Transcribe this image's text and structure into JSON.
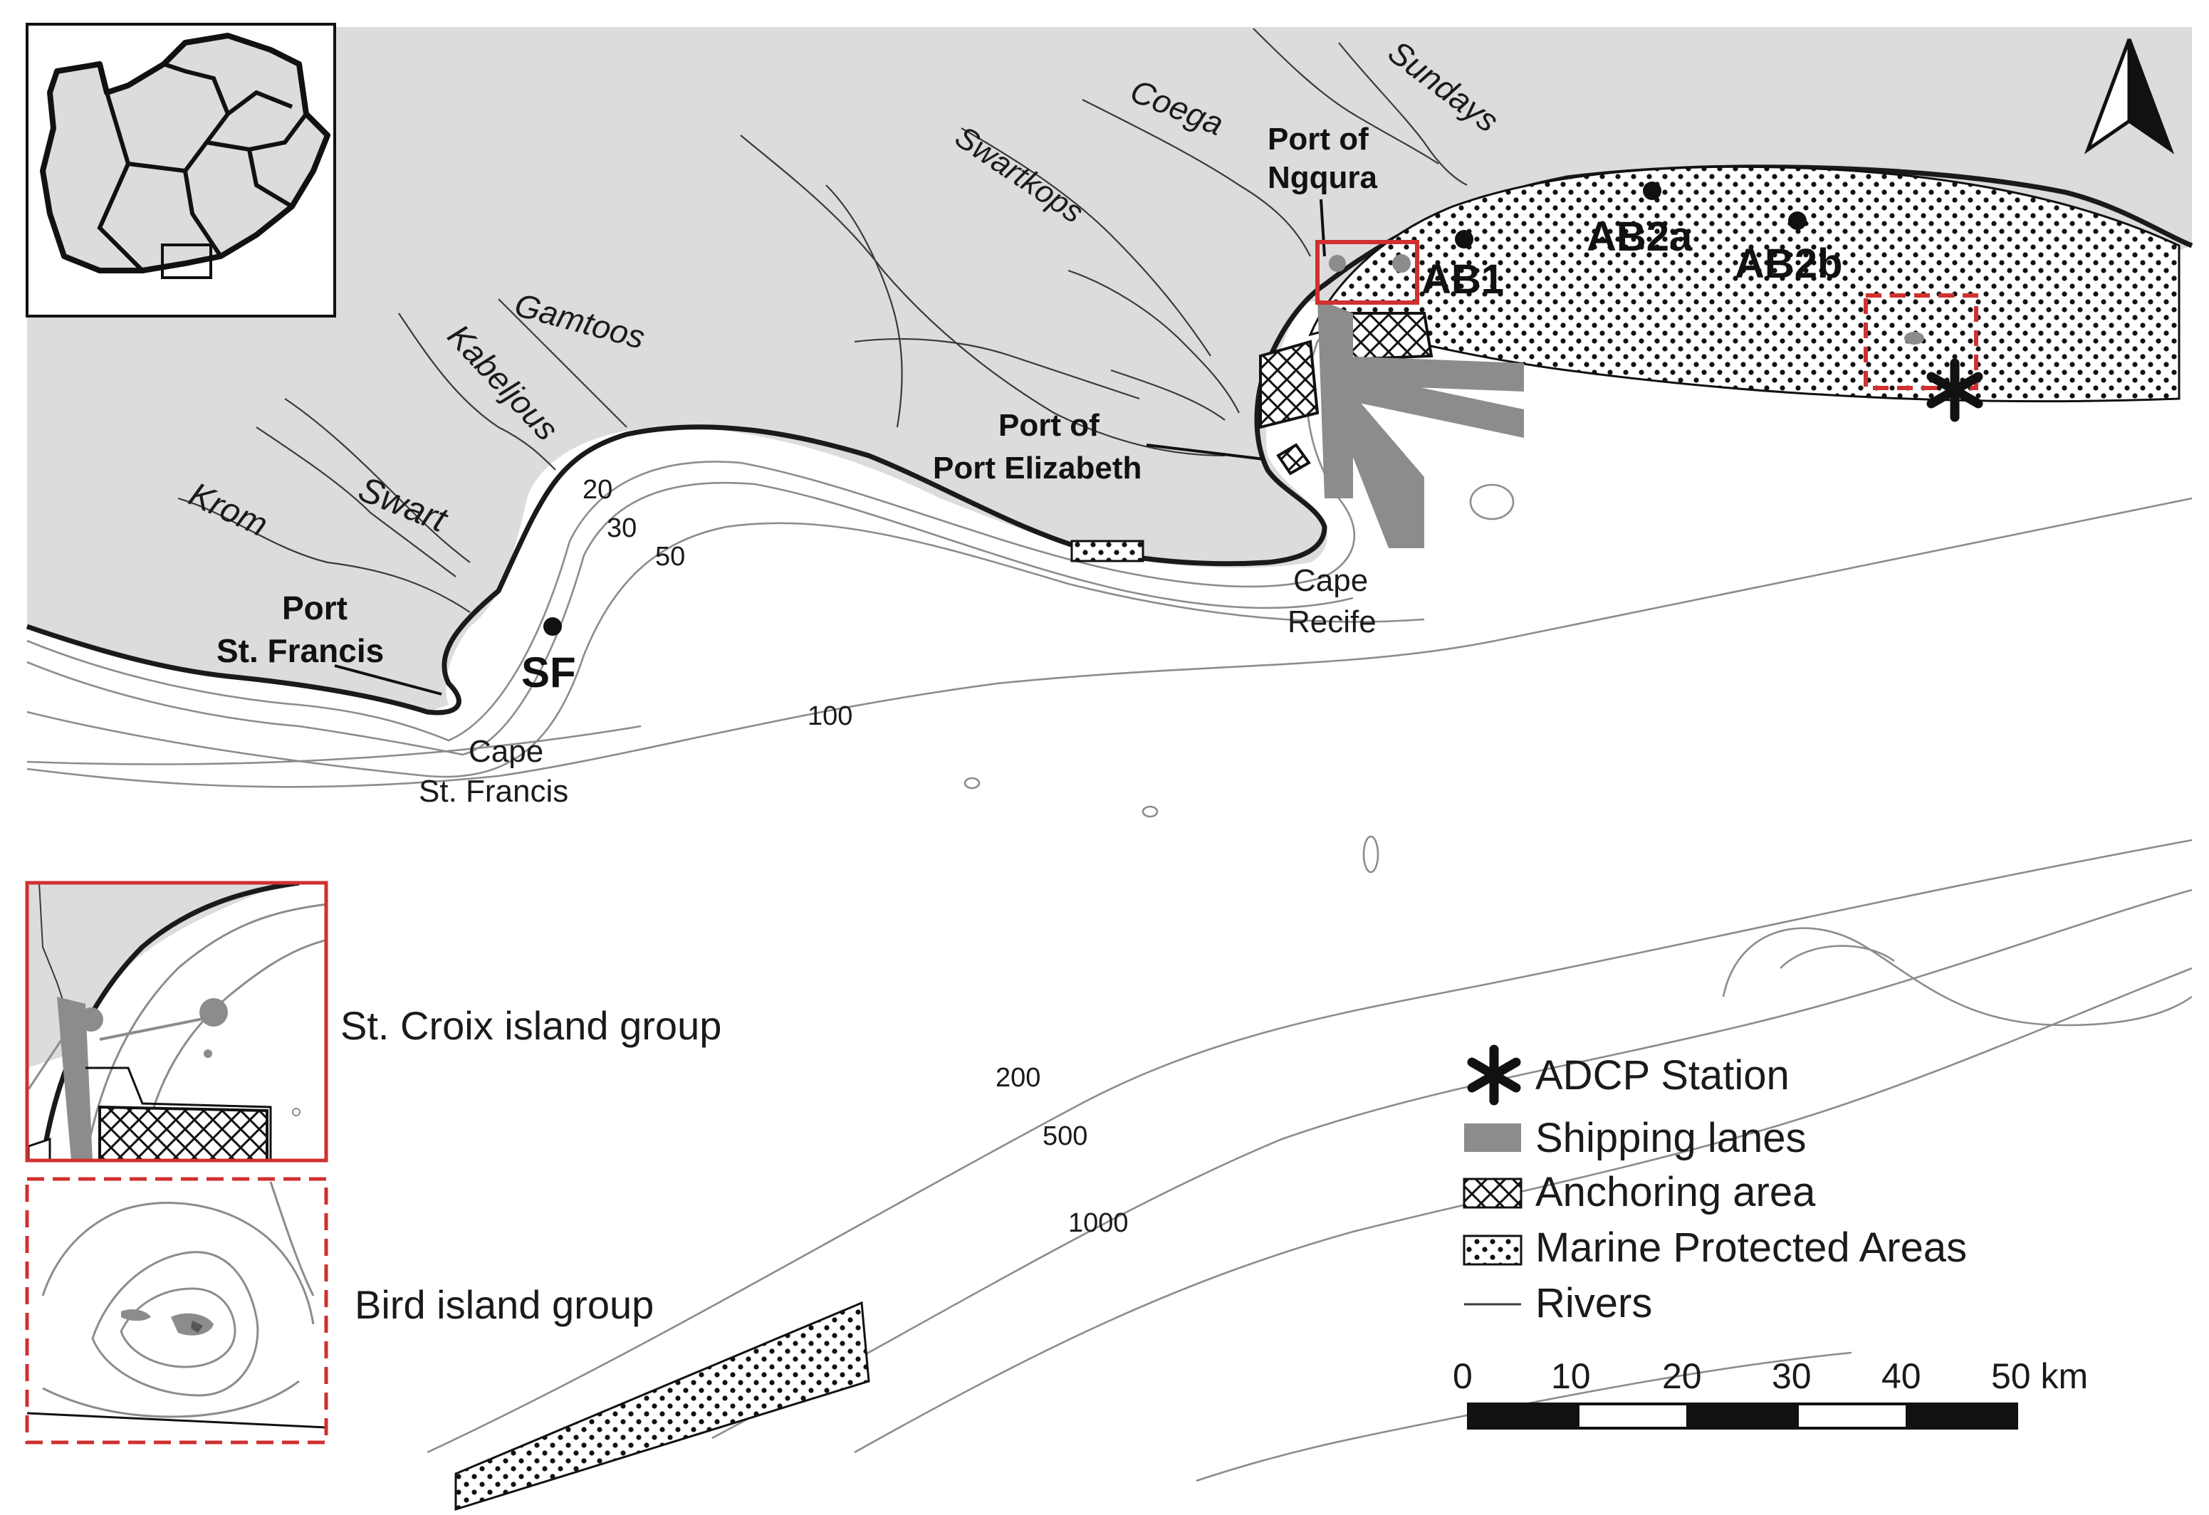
{
  "colors": {
    "land": "#dcdcdc",
    "sea": "#ffffff",
    "shipping_lanes": "#8c8c8c",
    "inset_red": "#d03030",
    "coast": "#1a1a1a"
  },
  "icons": {
    "north_arrow": "north-arrow-icon",
    "adcp_station": "asterisk-icon"
  },
  "rivers": [
    "Krom",
    "Kabeljous",
    "Gamtoos",
    "Swart",
    "Swartkops",
    "Coega",
    "Sundays"
  ],
  "places": {
    "port_st_francis_1": "Port",
    "port_st_francis_2": "St.  Francis",
    "cape_st_francis_1": "Cape",
    "cape_st_francis_2": "St. Francis",
    "port_pe_1": "Port of",
    "port_pe_2": "Port Elizabeth",
    "port_ngqura_1": "Port of",
    "port_ngqura_2": "Ngqura",
    "cape_recife_1": "Cape",
    "cape_recife_2": "Recife"
  },
  "stations": [
    "SF",
    "AB1",
    "AB2a",
    "AB2b"
  ],
  "contours": [
    "20",
    "30",
    "50",
    "100",
    "200",
    "500",
    "1000"
  ],
  "insets": {
    "st_croix": "St. Croix island group",
    "bird": "Bird island group"
  },
  "legend": {
    "adcp": "ADCP Station",
    "lanes": "Shipping lanes",
    "anchoring": "Anchoring area",
    "mpa": "Marine Protected Areas",
    "rivers": "Rivers"
  },
  "scalebar": {
    "ticks": [
      "0",
      "10",
      "20",
      "30",
      "40",
      "50 km"
    ],
    "max_km": 50
  }
}
